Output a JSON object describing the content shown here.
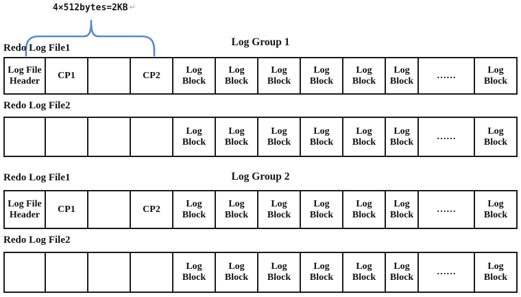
{
  "annotation": {
    "text": "4×512bytes=2KB",
    "return_mark": "↵"
  },
  "colors": {
    "brace": "#5589d5",
    "border": "#1a1a1a",
    "text": "#111111",
    "return_mark": "#9aa7b8",
    "background": "#ffffff"
  },
  "icons": {
    "curly_brace": "horizontal-curly-brace-pointing-up"
  },
  "groups": [
    {
      "title": "Log Group 1",
      "files": [
        {
          "label": "Redo Log File1",
          "cells": [
            "Log File Header",
            "CP1",
            "",
            "CP2",
            "Log Block",
            "Log Block",
            "Log Block",
            "Log Block",
            "Log Block",
            "Log Block",
            "……",
            "Log Block"
          ]
        },
        {
          "label": "Redo Log File2",
          "cells": [
            "",
            "",
            "",
            "",
            "Log Block",
            "Log Block",
            "Log Block",
            "Log Block",
            "Log Block",
            "Log Block",
            "……",
            "Log Block"
          ]
        }
      ]
    },
    {
      "title": "Log Group 2",
      "files": [
        {
          "label": "Redo Log File1",
          "cells": [
            "Log File Header",
            "CP1",
            "",
            "CP2",
            "Log Block",
            "Log Block",
            "Log Block",
            "Log Block",
            "Log Block",
            "Log Block",
            "……",
            "Log Block"
          ]
        },
        {
          "label": "Redo Log File2",
          "cells": [
            "",
            "",
            "",
            "",
            "Log Block",
            "Log Block",
            "Log Block",
            "Log Block",
            "Log Block",
            "Log Block",
            "……",
            "Log Block"
          ]
        }
      ]
    }
  ]
}
